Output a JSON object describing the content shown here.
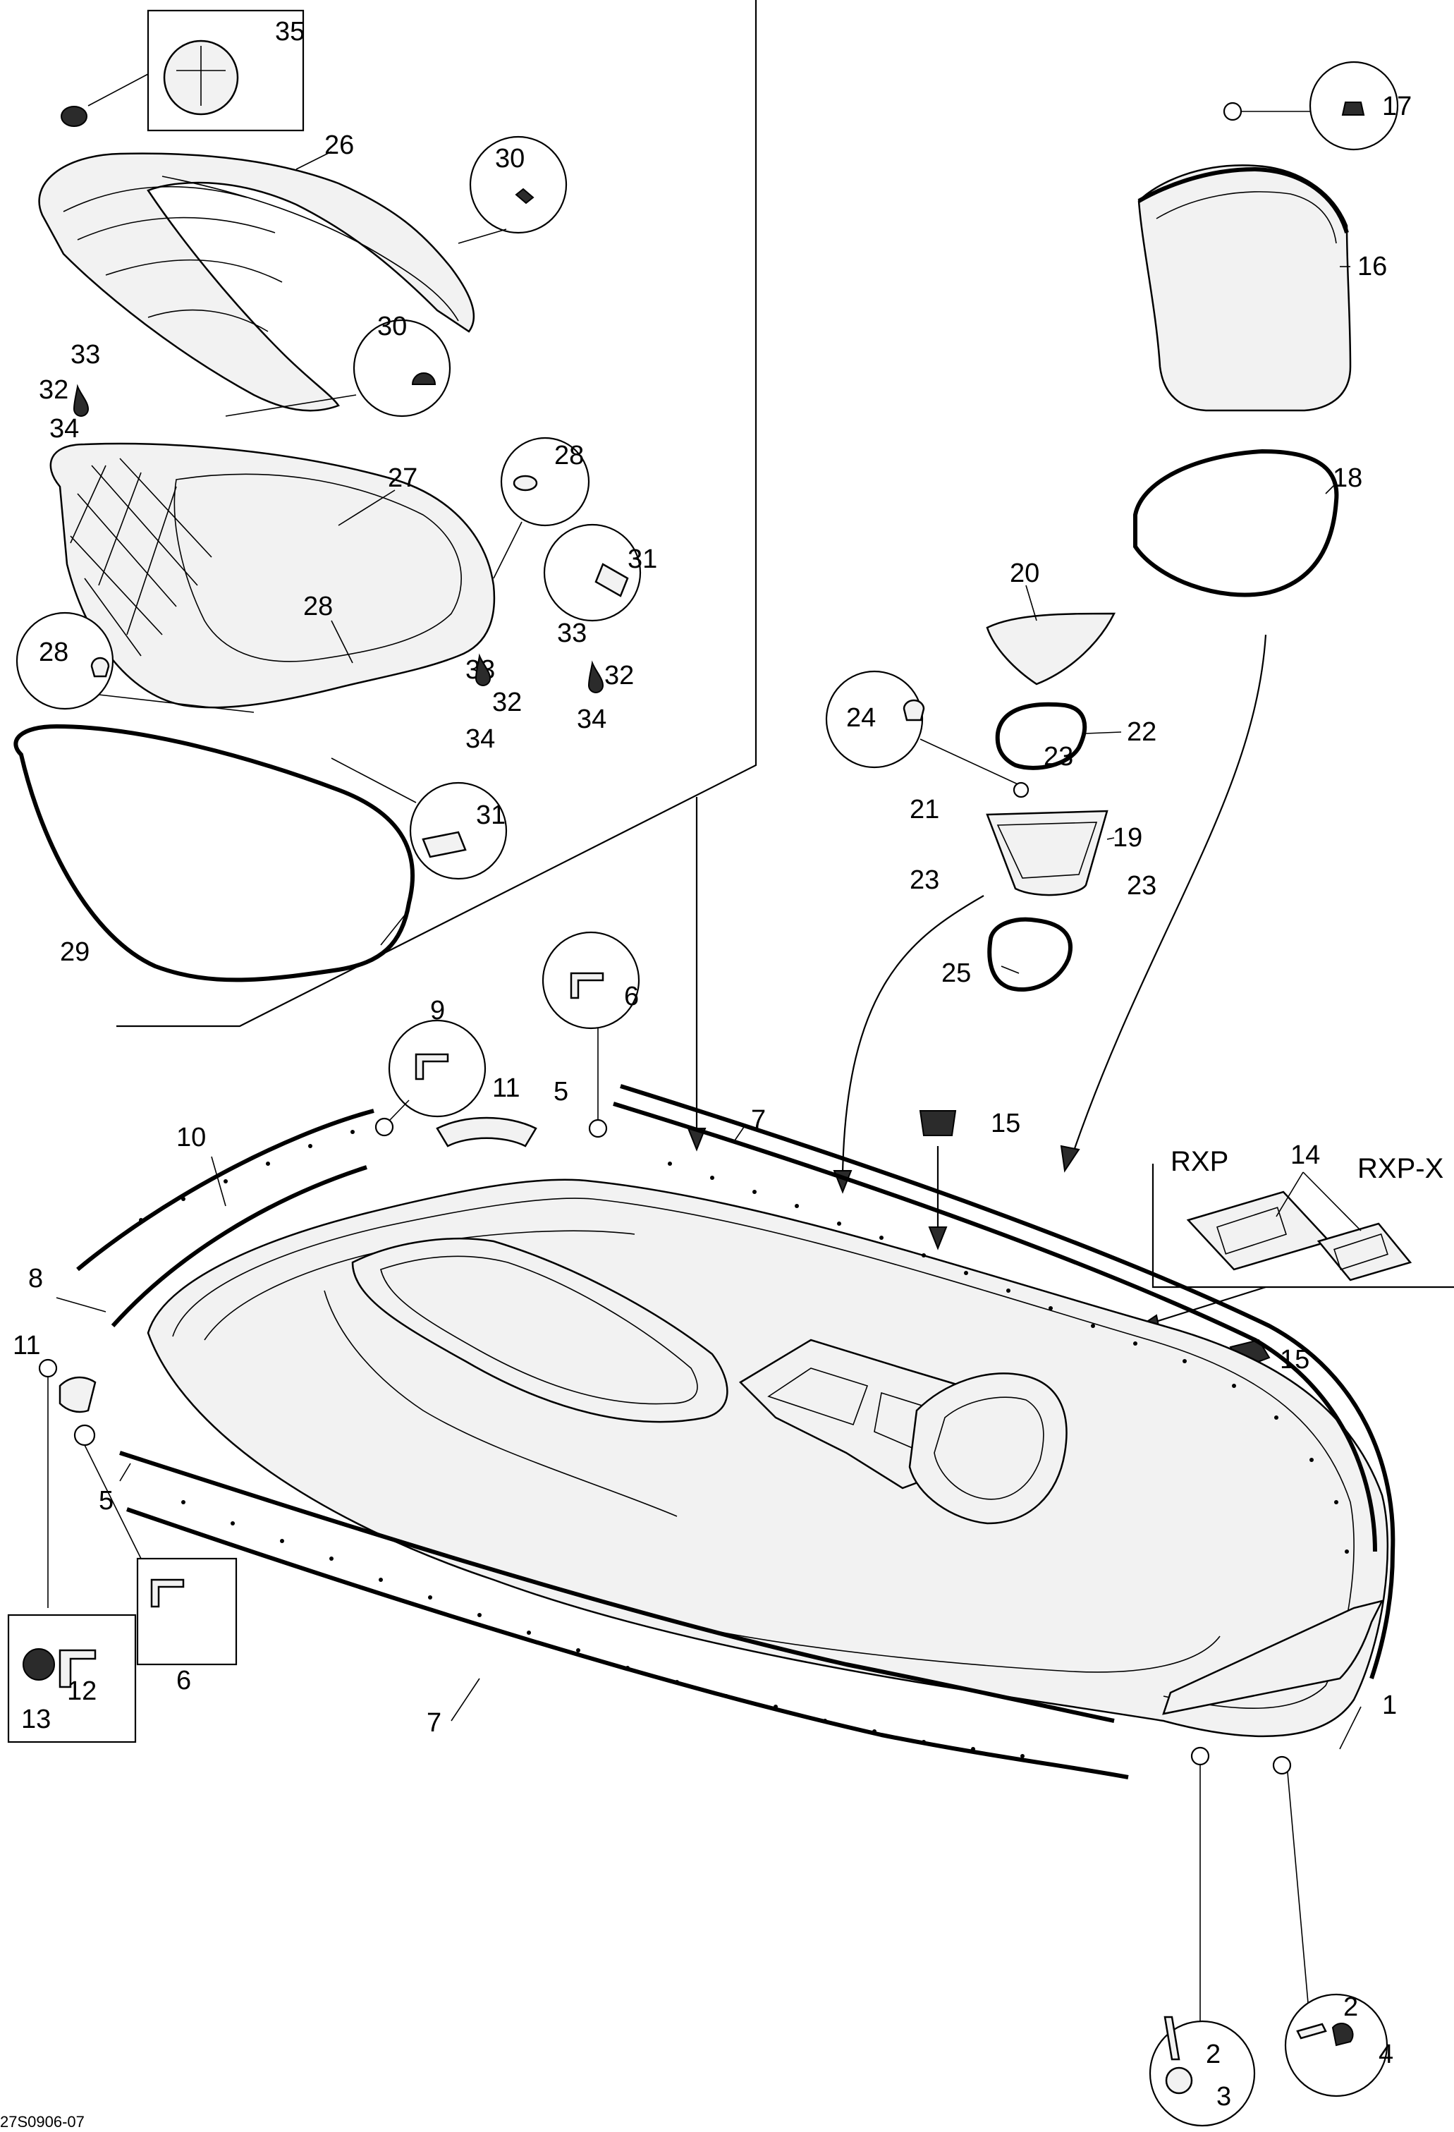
{
  "diagram": {
    "code": "27S0906-07",
    "variants": [
      "RXP",
      "RXP-X"
    ],
    "callouts": [
      "1",
      "2",
      "2",
      "3",
      "4",
      "5",
      "5",
      "6",
      "6",
      "7",
      "7",
      "8",
      "9",
      "10",
      "11",
      "11",
      "12",
      "13",
      "14",
      "15",
      "15",
      "16",
      "17",
      "18",
      "19",
      "20",
      "21",
      "22",
      "23",
      "23",
      "23",
      "24",
      "25",
      "26",
      "27",
      "28",
      "28",
      "28",
      "29",
      "30",
      "30",
      "31",
      "31",
      "32",
      "32",
      "32",
      "33",
      "33",
      "33",
      "34",
      "34",
      "34",
      "35"
    ],
    "lubricant_icon": "drop-icon"
  }
}
